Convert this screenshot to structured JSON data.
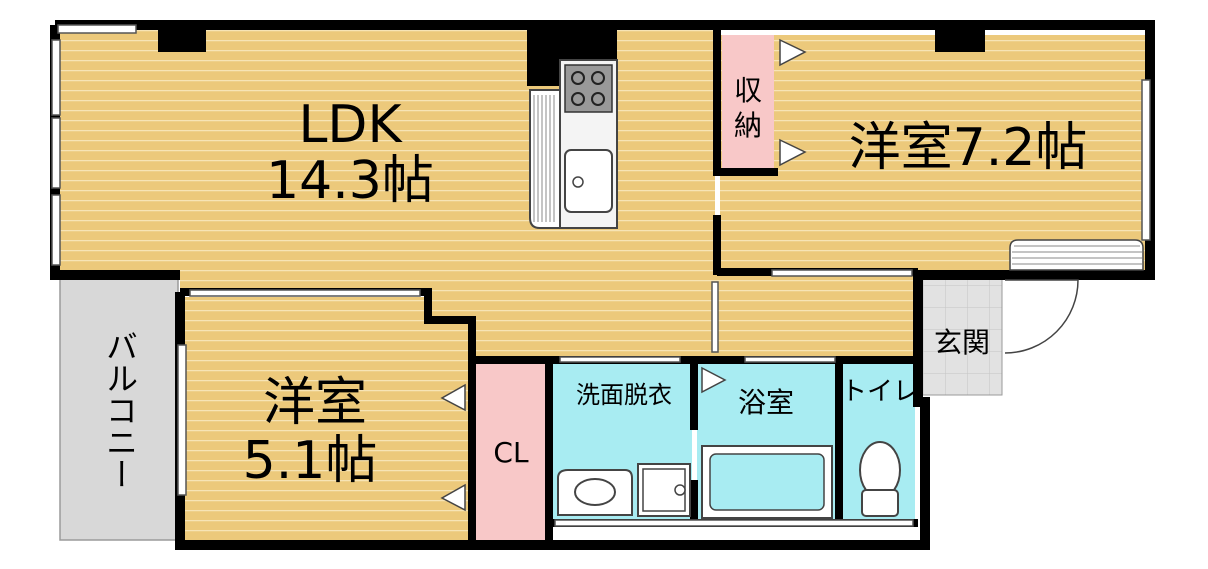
{
  "rooms": {
    "ldk": {
      "name": "LDK",
      "size": "14.3帖"
    },
    "western_72": {
      "name": "洋室7.2帖"
    },
    "western_51": {
      "name": "洋室",
      "size": "5.1帖"
    },
    "storage": {
      "line1": "収",
      "line2": "納"
    },
    "closet": {
      "name": "CL"
    },
    "washroom": {
      "name": "洗面脱衣"
    },
    "bathroom": {
      "name": "浴室"
    },
    "toilet": {
      "name": "トイレ"
    },
    "entrance": {
      "name": "玄関"
    },
    "balcony": {
      "name": "バルコニー"
    }
  },
  "colors": {
    "wood_floor": "#ecc97b",
    "wood_line": "#f6e3b2",
    "water_area": "#a8ecf2",
    "storage": "#f8c8c8",
    "balcony": "#d8d8d8",
    "tile": "#dcdcdc",
    "wall": "#000000"
  }
}
